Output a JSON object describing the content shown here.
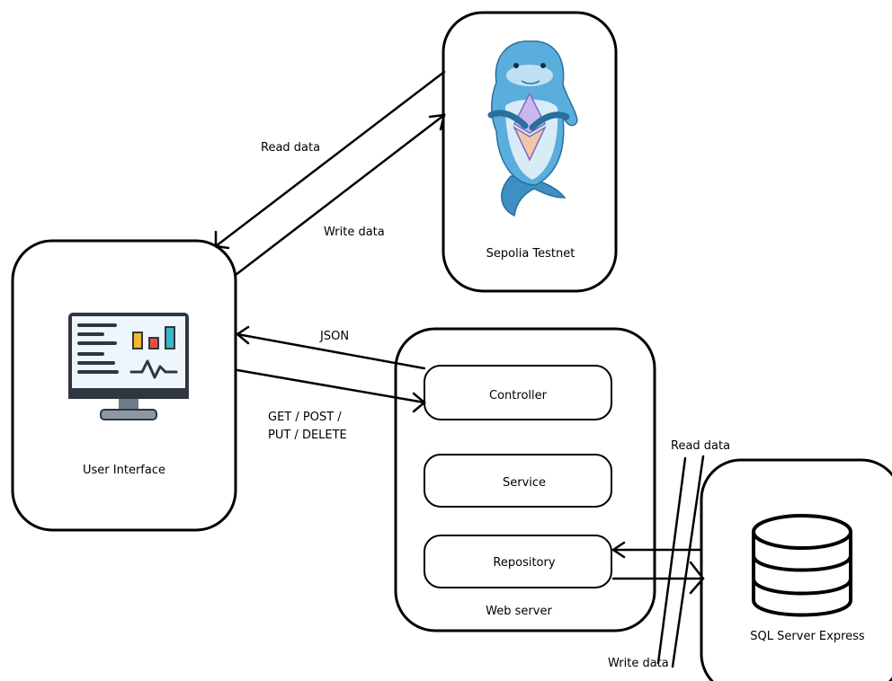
{
  "nodes": {
    "user_interface": "User Interface",
    "sepolia": "Sepolia Testnet",
    "web_server": "Web server",
    "controller": "Controller",
    "service": "Service",
    "repository": "Repository",
    "sql_server": "SQL Server Express"
  },
  "edges": {
    "sepolia_read": "Read data",
    "sepolia_write": "Write data",
    "json": "JSON",
    "http_methods_line1": "GET / POST /",
    "http_methods_line2": "PUT / DELETE",
    "db_read": "Read data",
    "db_write": "Write data"
  },
  "icons": {
    "monitor": "dashboard-monitor-icon",
    "mascot": "ethereum-dolphin-icon",
    "database": "database-icon"
  }
}
